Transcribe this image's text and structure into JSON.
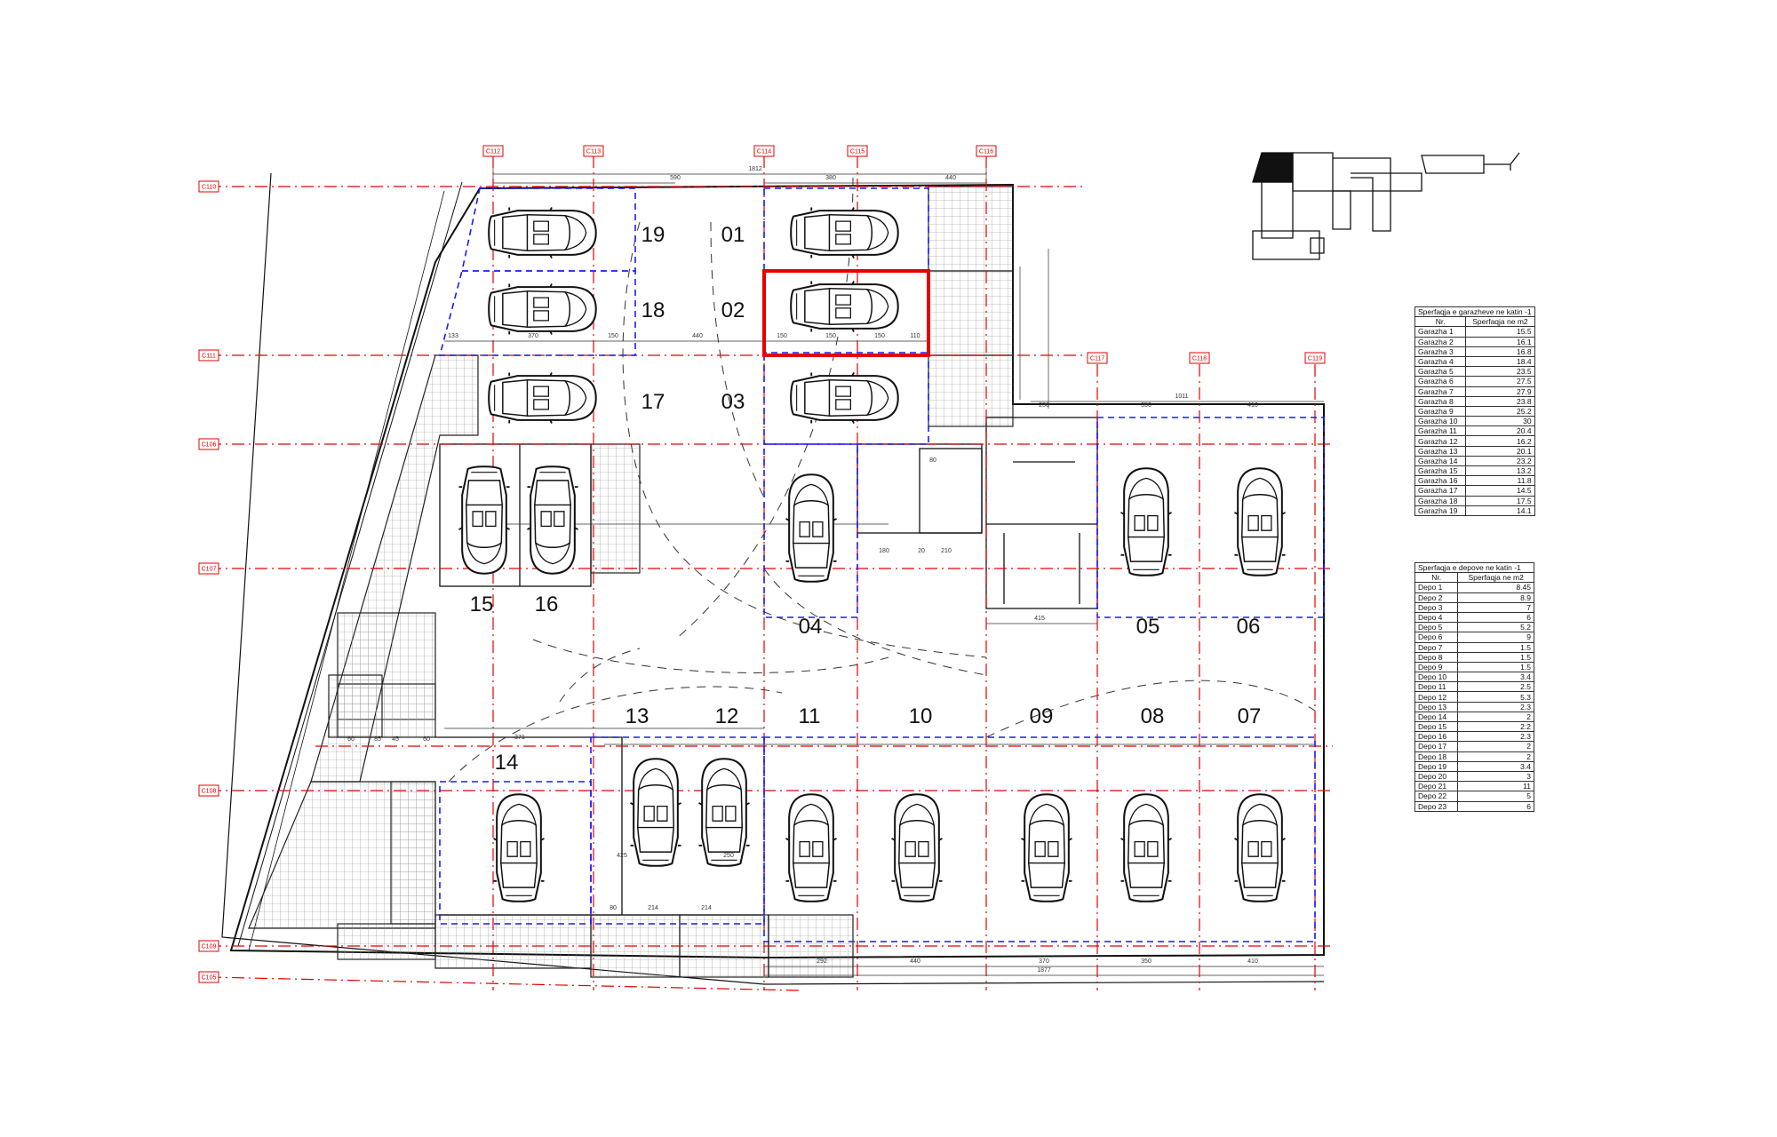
{
  "parking_spots": [
    "19",
    "01",
    "18",
    "02",
    "17",
    "03",
    "15",
    "16",
    "04",
    "05",
    "06",
    "13",
    "12",
    "11",
    "10",
    "09",
    "08",
    "07",
    "14"
  ],
  "grid_axes": [
    "C112",
    "C113",
    "C114",
    "C115",
    "C116",
    "C117",
    "C118",
    "C119",
    "C110",
    "C111",
    "C106",
    "C107",
    "C108",
    "C109",
    "C105"
  ],
  "dimensions": [
    "1812",
    "590",
    "380",
    "440",
    "133",
    "370",
    "150",
    "440",
    "150",
    "150",
    "150",
    "110",
    "1011",
    "236",
    "350",
    "410",
    "80",
    "415",
    "180",
    "210",
    "20",
    "292",
    "440",
    "370",
    "350",
    "410",
    "1877",
    "371",
    "214",
    "214",
    "80",
    "60",
    "85",
    "45",
    "60",
    "250",
    "425"
  ],
  "garage_table": {
    "title": "Sperfaqja e garazheve ne katin -1",
    "headers": [
      "Nr.",
      "Sperfaqja ne m2"
    ],
    "rows": [
      [
        "Garazha 1",
        "15.5"
      ],
      [
        "Garazha 2",
        "16.1"
      ],
      [
        "Garazha 3",
        "16.8"
      ],
      [
        "Garazha 4",
        "18.4"
      ],
      [
        "Garazha 5",
        "23.5"
      ],
      [
        "Garazha 6",
        "27.5"
      ],
      [
        "Garazha 7",
        "27.9"
      ],
      [
        "Garazha 8",
        "23.8"
      ],
      [
        "Garazha 9",
        "25.2"
      ],
      [
        "Garazha 10",
        "30"
      ],
      [
        "Garazha 11",
        "20.4"
      ],
      [
        "Garazha 12",
        "16.2"
      ],
      [
        "Garazha 13",
        "20.1"
      ],
      [
        "Garazha 14",
        "23.2"
      ],
      [
        "Garazha 15",
        "13.2"
      ],
      [
        "Garazha 16",
        "11.8"
      ],
      [
        "Garazha 17",
        "14.5"
      ],
      [
        "Garazha 18",
        "17.5"
      ],
      [
        "Garazha 19",
        "14.1"
      ]
    ]
  },
  "depo_table": {
    "title": "Sperfaqja e depove ne katin -1",
    "headers": [
      "Nr.",
      "Sperfaqja ne m2"
    ],
    "rows": [
      [
        "Depo 1",
        "8.45"
      ],
      [
        "Depo 2",
        "8.9"
      ],
      [
        "Depo 3",
        "7"
      ],
      [
        "Depo 4",
        "6"
      ],
      [
        "Depo 5",
        "5.2"
      ],
      [
        "Depo 6",
        "9"
      ],
      [
        "Depo 7",
        "1.5"
      ],
      [
        "Depo 8",
        "1.5"
      ],
      [
        "Depo 9",
        "1.5"
      ],
      [
        "Depo 10",
        "3.4"
      ],
      [
        "Depo 11",
        "2.5"
      ],
      [
        "Depo 12",
        "5.3"
      ],
      [
        "Depo 13",
        "2.3"
      ],
      [
        "Depo 14",
        "2"
      ],
      [
        "Depo 15",
        "2.2"
      ],
      [
        "Depo 16",
        "2.3"
      ],
      [
        "Depo 17",
        "2"
      ],
      [
        "Depo 18",
        "2"
      ],
      [
        "Depo 19",
        "3.4"
      ],
      [
        "Depo 20",
        "3"
      ],
      [
        "Depo 21",
        "11"
      ],
      [
        "Depo 22",
        "5"
      ],
      [
        "Depo 23",
        "6"
      ]
    ]
  },
  "colors": {
    "axis": "#e60000",
    "zone": "#1a1aff",
    "highlight": "#e60000",
    "hatch": "#666666",
    "line": "#111111"
  }
}
